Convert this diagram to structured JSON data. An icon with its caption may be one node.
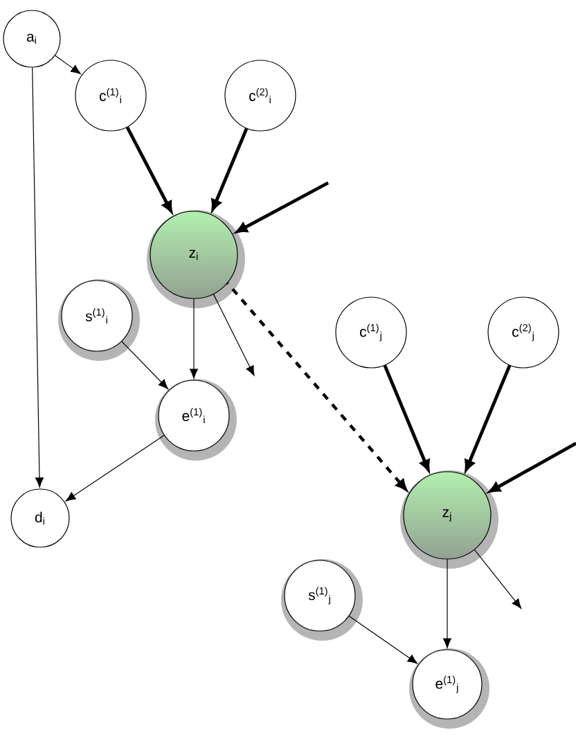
{
  "diagram": {
    "nodes": [
      {
        "text": [
          "a$_{i}$"
        ]
      },
      {
        "text": [
          "c$^{(1)}$$_{i}$"
        ]
      },
      {
        "text": [
          "c$^{(2)}$$_{i}$"
        ]
      },
      {
        "text": [
          "z$_{i}$"
        ]
      },
      {
        "text": [
          "s$^{(1)}$$_{i}$"
        ]
      },
      {
        "text": [
          "e$^{(1)}$$_{i}$"
        ]
      },
      {
        "text": [
          "d$_{i}$"
        ]
      },
      {
        "text": [
          "c$^{(1)}$$_{j}$"
        ]
      },
      {
        "text": [
          "c$^{(2)}$$_{j}$"
        ]
      },
      {
        "text": [
          "z$_{j}$"
        ]
      },
      {
        "text": [
          "s$^{(1)}$$_{j}$"
        ]
      },
      {
        "text": [
          "e$^{(1)}$$_{j}$"
        ]
      }
    ],
    "edges": [
      {
        "from": 0,
        "to": 1,
        "arrow": "to"
      },
      {
        "from": 0,
        "to": 6,
        "arrow": "to"
      },
      {
        "from": null,
        "to": 3,
        "arrow": "to",
        "style": "thick"
      },
      {
        "from": 1,
        "to": 3,
        "arrow": "to",
        "style": "thick"
      },
      {
        "from": 2,
        "to": 3,
        "arrow": "to",
        "style": "thick"
      },
      {
        "from": 3,
        "to": 5,
        "arrow": "to"
      },
      {
        "from": 3,
        "to": null,
        "arrow": "to"
      },
      {
        "from": 4,
        "to": 5,
        "arrow": "to"
      },
      {
        "from": 5,
        "to": 6,
        "arrow": "to"
      },
      {
        "from": 3,
        "to": 9,
        "arrow": "to",
        "style": "dashed"
      },
      {
        "from": 7,
        "to": 9,
        "arrow": "to",
        "style": "thick"
      },
      {
        "from": 8,
        "to": 9,
        "arrow": "to",
        "style": "thick"
      },
      {
        "from": null,
        "to": 9,
        "arrow": "to",
        "style": "thick"
      },
      {
        "from": 9,
        "to": 11,
        "arrow": "to"
      },
      {
        "from": 9,
        "to": null,
        "arrow": "to"
      },
      {
        "from": 10,
        "to": 11,
        "arrow": "to"
      }
    ]
  }
}
